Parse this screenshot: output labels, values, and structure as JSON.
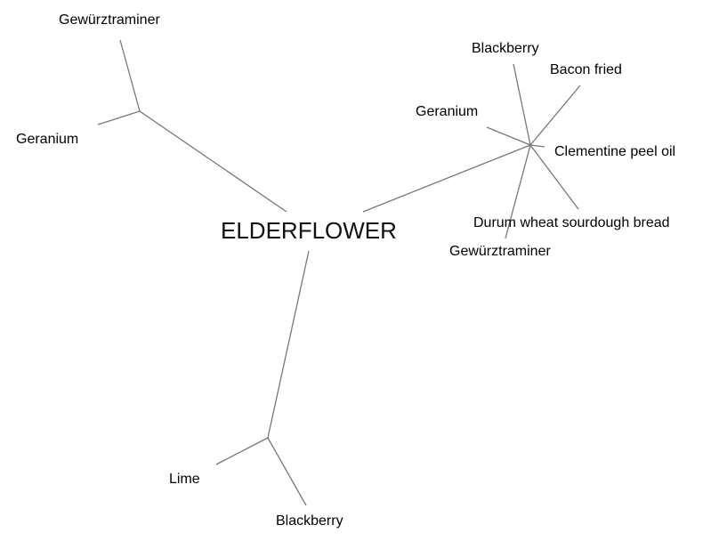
{
  "center": "ELDERFLOWER",
  "branches": {
    "upper_left": [
      "Gewürztraminer",
      "Geranium"
    ],
    "right": [
      "Blackberry",
      "Bacon fried",
      "Geranium",
      "Clementine peel oil",
      "Gewürztraminer",
      "Durum wheat sourdough bread"
    ],
    "bottom": [
      "Lime",
      "Blackberry"
    ]
  },
  "colors": {
    "edge": "#777777",
    "text": "#000000"
  }
}
